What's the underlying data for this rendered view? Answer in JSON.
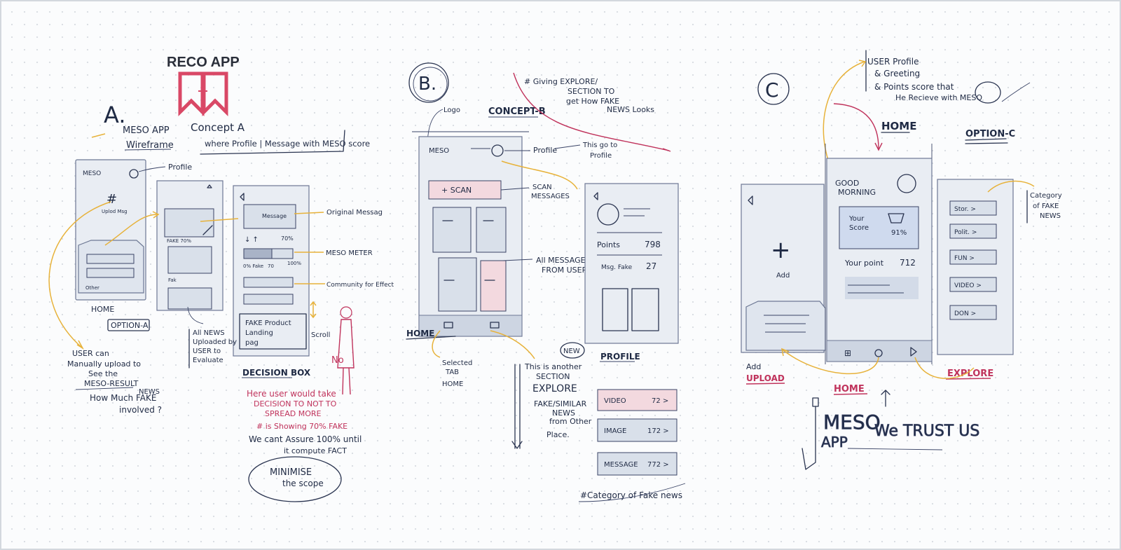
{
  "header": {
    "title": "RECO APP"
  },
  "concept_a": {
    "label": "A.",
    "subtitle_1": "MESO APP",
    "subtitle_2": "Wireframe",
    "concept_title": "Concept A",
    "concept_desc": "where Profile | Message with MESO score",
    "profile_note": "Profile",
    "home_label": "HOME",
    "option_label": "OPTION-A",
    "original_msg": "Original Messag",
    "meso_meter": "MESO METER",
    "comm_note": "Community for Effect",
    "scroll_note": "Scroll",
    "user_note": [
      "USER can",
      "Manually upload to",
      "See the",
      "MESO-RESULT",
      "How Much FAKE",
      "NEWS",
      "involved ?"
    ],
    "all_news": [
      "All NEWS",
      "Uploaded by",
      "USER to",
      "Evaluate"
    ],
    "fake_product": [
      "FAKE Product",
      "Landing",
      "pag"
    ],
    "decision_box": "DECISION BOX",
    "decision_notes": [
      "Here user would take",
      "DECISION TO NOT TO",
      "SPREAD MORE"
    ],
    "showing_note": "# is Showing  70%  FAKE",
    "assure_note": "We cant Assure 100% until",
    "compute_note": "it compute  FACT",
    "minimise": [
      "MINIMISE",
      "the scope"
    ],
    "message_label": "Message",
    "fake_label": "FAKE",
    "pct_label": "70%",
    "pct_100": "100%",
    "small_labels": [
      "0%",
      "Fake",
      "70",
      "Fak"
    ]
  },
  "concept_b": {
    "label": "B.",
    "logo_note": "Logo",
    "concept_title": "CONCEPT-B",
    "explore_note": [
      "# Giving EXPLORE/",
      "SECTION TO",
      "get How FAKE",
      "NEWS Looks"
    ],
    "meso": "MESO",
    "profile_note": "Profile",
    "goes_note": [
      "This go to",
      "Profile"
    ],
    "scan": "+ SCAN",
    "scan_note": [
      "SCAN",
      "MESSAGES"
    ],
    "all_messages": [
      "All MESSAGES",
      "FROM USER"
    ],
    "home_label": "HOME",
    "selected_tab": [
      "Selected",
      "TAB",
      "HOME"
    ],
    "new_badge": "NEW",
    "another_section": [
      "This is another",
      "SECTION",
      "EXPLORE",
      "FAKE/SIMILAR",
      "NEWS",
      "from Other",
      "Place."
    ],
    "profile_label": "PROFILE",
    "points_label": "Points",
    "points_value": "798",
    "msg_fake_label": "Msg. Fake",
    "msg_fake_value": "27",
    "list": [
      {
        "label": "VIDEO",
        "value": "72 >"
      },
      {
        "label": "IMAGE",
        "value": "172 >"
      },
      {
        "label": "MESSAGE",
        "value": "772 >"
      }
    ],
    "category_note": "#Category of Fake news"
  },
  "concept_c": {
    "label": "C",
    "user_profile": [
      "USER Profile",
      "& Greeting",
      "& Points score that",
      "He Recieve with MESO"
    ],
    "home_title": "HOME",
    "option_label": "OPTION-C",
    "greeting": [
      "GOOD",
      "MORNING"
    ],
    "your_score": [
      "Your",
      "Score"
    ],
    "score_value": "91%",
    "your_point": "Your point",
    "point_value": "712",
    "add_label": "Add",
    "category_note": [
      "Category",
      "of FAKE",
      "NEWS"
    ],
    "categories": [
      "Stor. >",
      "Polit. >",
      "FUN >",
      "VIDEO >",
      "DON >"
    ],
    "upload": [
      "Add",
      "UPLOAD"
    ],
    "home_tab": "HOME",
    "explore_tab": "EXPLORE",
    "meso_logo": [
      "MESO",
      "APP"
    ],
    "tagline": "We TRUST US"
  },
  "colors": {
    "ink": "#1f2a44",
    "accent_pink": "#c0335c",
    "arrow_yellow": "#e7b23a",
    "logo": "#d94866"
  }
}
